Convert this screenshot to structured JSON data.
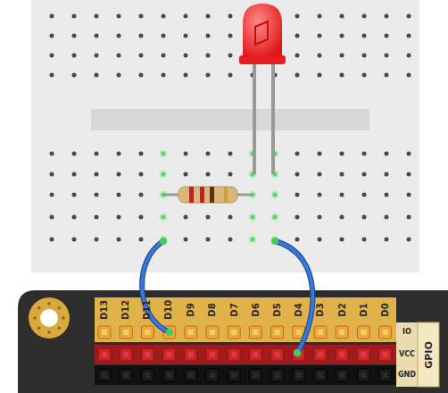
{
  "diagram": {
    "labels": [
      "D13",
      "D12",
      "D11",
      "D10",
      "D9",
      "D8",
      "D7",
      "D6",
      "D5",
      "D4",
      "D3",
      "D2",
      "D1",
      "D0",
      "IO",
      "VCC",
      "GND",
      "GPIO"
    ]
  }
}
